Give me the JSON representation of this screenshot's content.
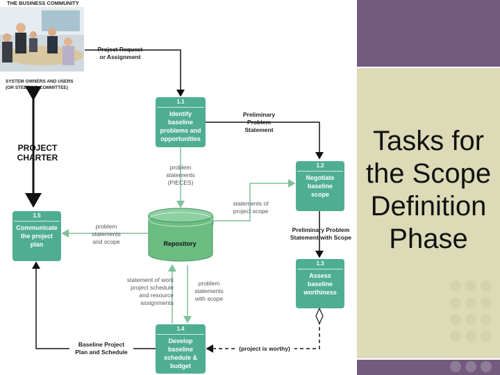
{
  "title": {
    "lines": [
      "Tasks for",
      "the Scope",
      "Definition",
      "Phase"
    ]
  },
  "colors": {
    "accent_purple": "#735a7e",
    "panel_beige": "#dcdab7",
    "process_green": "#4fae92",
    "repository_green": "#6cbd82"
  },
  "diagram": {
    "community_label": "THE BUSINESS COMMUNITY",
    "owners_label": "SYSTEM OWNERS AND USERS\n(OR STEERING COMMITTEE)",
    "charter_label": "PROJECT\nCHARTER",
    "processes": [
      {
        "id": "1.1",
        "text": "Identify\nbaseline\nproblems and\nopportunities"
      },
      {
        "id": "1.2",
        "text": "Negotiate\nbaseline\nscope"
      },
      {
        "id": "1.3",
        "text": "Assess\nbaseline\nworthiness"
      },
      {
        "id": "1.4",
        "text": "Develop\nbaseline\nschedule &\nbudget"
      },
      {
        "id": "1.5",
        "text": "Communicate\nthe project\nplan"
      }
    ],
    "repository": "Repository",
    "flows": {
      "project_request": "Project Request\nor Assignment",
      "preliminary_problem": "Preliminary\nProblem\nStatement",
      "preliminary_problem_scope": "Preliminary Problem\nStatement with Scope",
      "problem_statements_pieces": "problem\nstatements\n(PIECES)",
      "statements_of_scope": "statements of\nproject scope",
      "problem_statements_scope": "problem\nstatements\nand scope",
      "statement_of_work": "statement of work\nproject schedule\nand resource\nassignments",
      "problem_statements_with_scope": "problem\nstatements\nwith scope",
      "project_is_worthy": "(project is worthy)",
      "baseline_plan": "Baseline Project\nPlan and Schedule"
    }
  }
}
